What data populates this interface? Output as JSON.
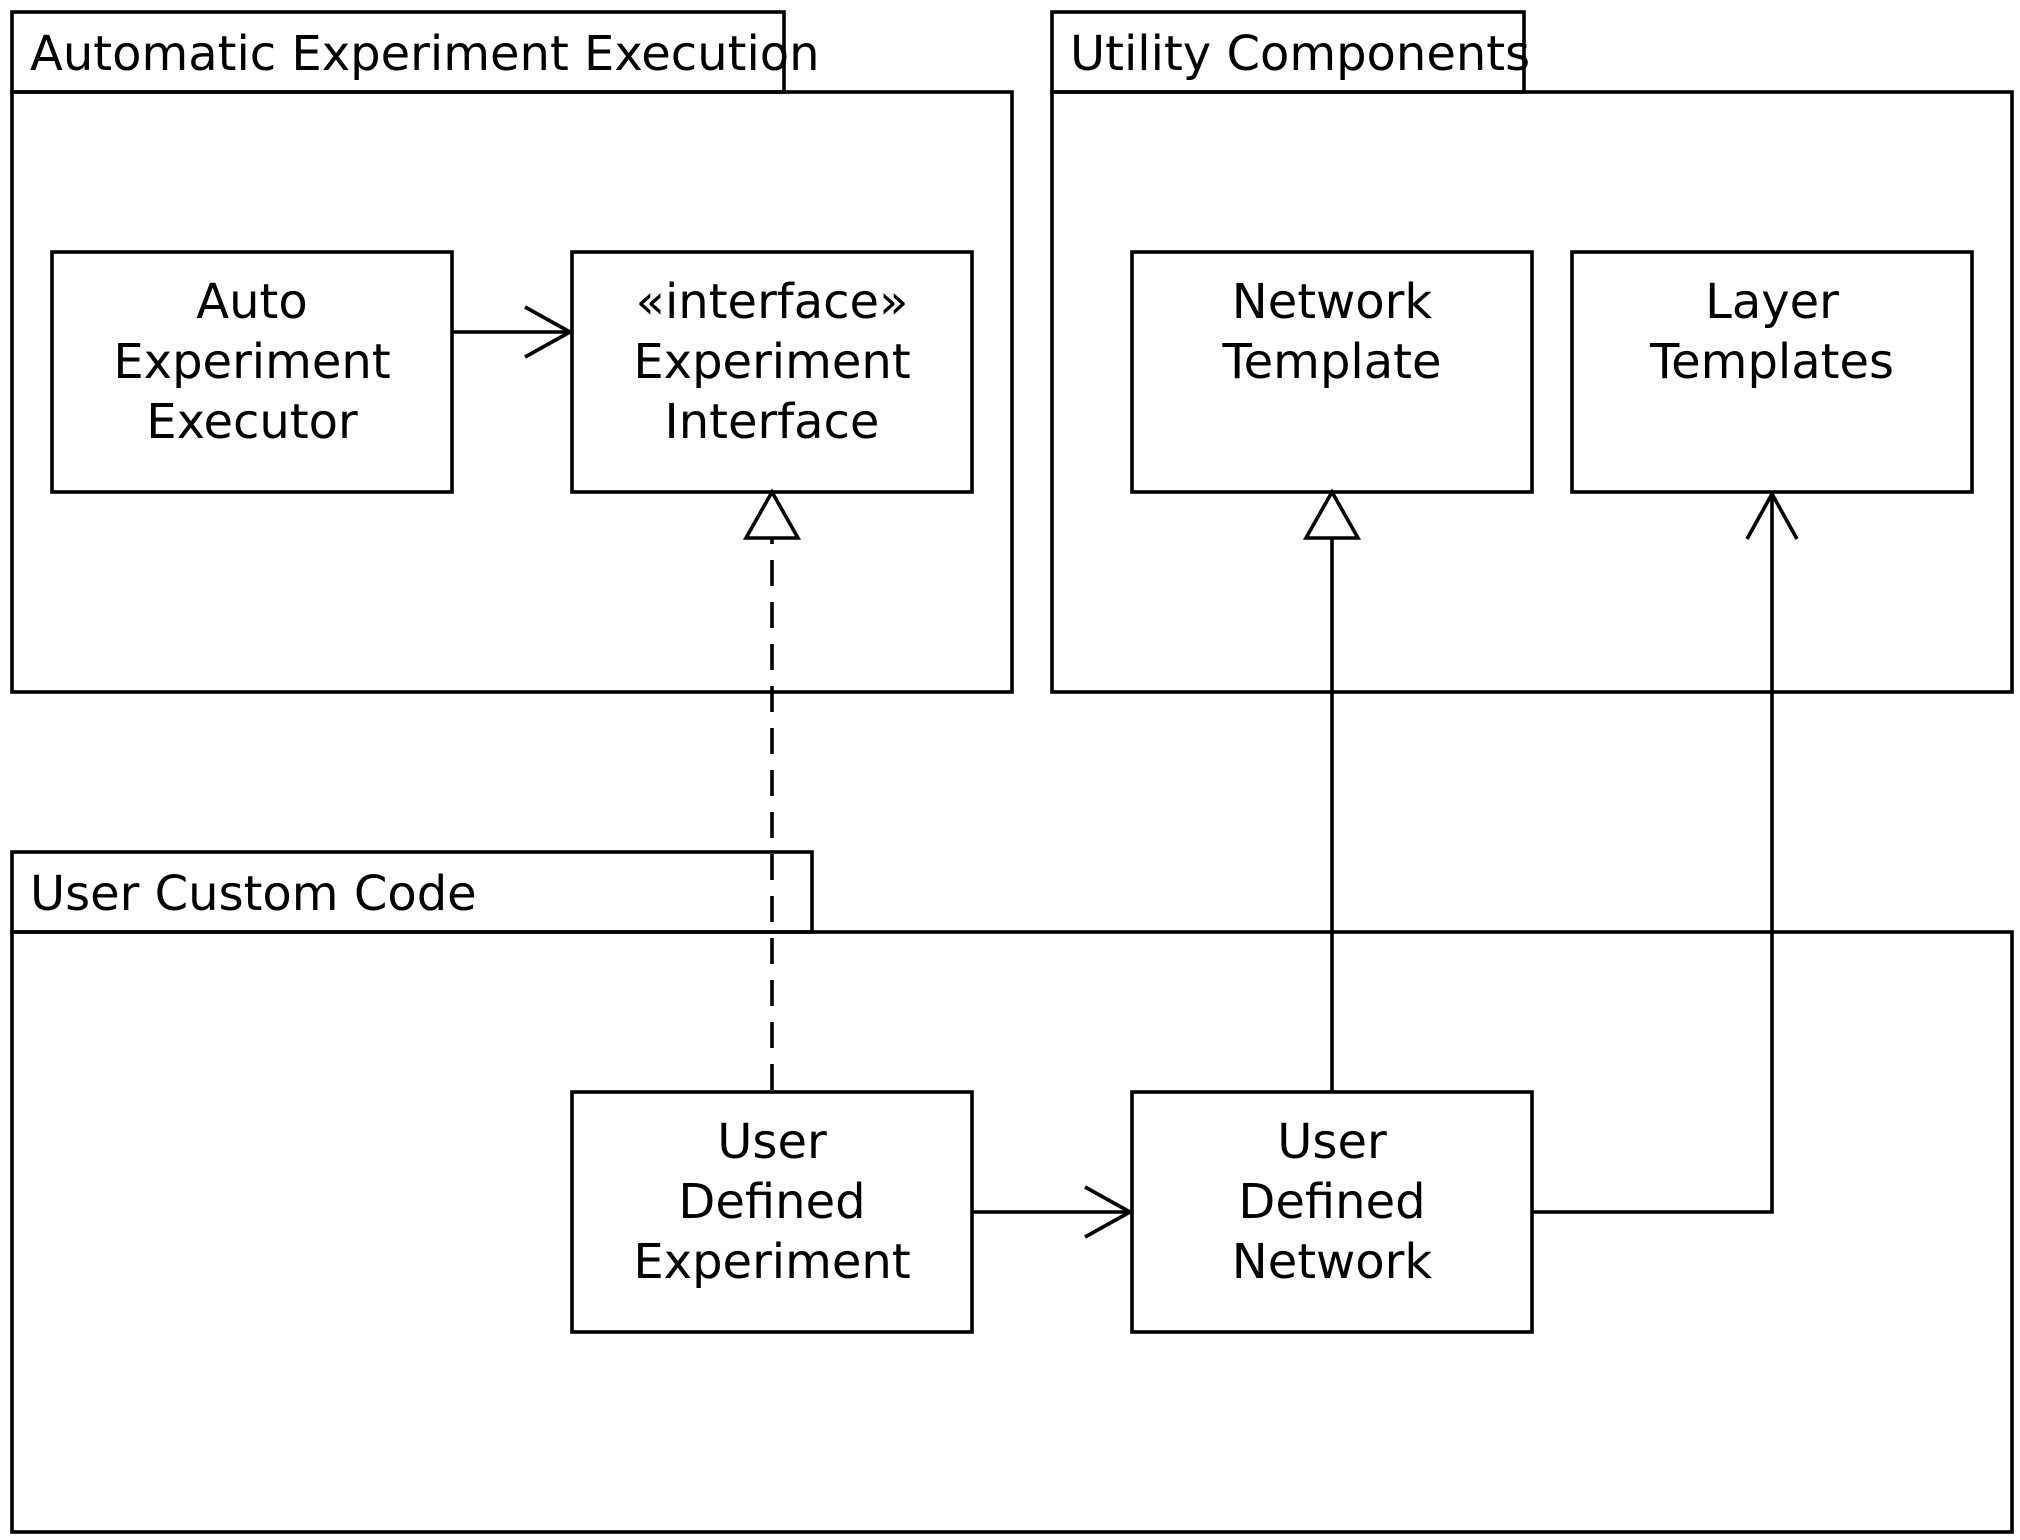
{
  "packages": [
    {
      "id": "pkg-automatic",
      "label": "Automatic Experiment Execution"
    },
    {
      "id": "pkg-utility",
      "label": "Utility Components"
    },
    {
      "id": "pkg-user",
      "label": "User Custom Code"
    }
  ],
  "classes": [
    {
      "id": "auto-experiment-executor",
      "lines": [
        "Auto",
        "Experiment",
        "Executor"
      ]
    },
    {
      "id": "experiment-interface",
      "lines": [
        "«interface»",
        "Experiment",
        "Interface"
      ]
    },
    {
      "id": "network-template",
      "lines": [
        "Network",
        "Template"
      ]
    },
    {
      "id": "layer-templates",
      "lines": [
        "Layer",
        "Templates"
      ]
    },
    {
      "id": "user-defined-experiment",
      "lines": [
        "User",
        "Defined",
        "Experiment"
      ]
    },
    {
      "id": "user-defined-network",
      "lines": [
        "User",
        "Defined",
        "Network"
      ]
    }
  ],
  "relations": [
    {
      "from": "auto-experiment-executor",
      "to": "experiment-interface",
      "type": "association",
      "line": "solid",
      "arrowhead": "open"
    },
    {
      "from": "user-defined-experiment",
      "to": "experiment-interface",
      "type": "realization",
      "line": "dashed",
      "arrowhead": "hollow-triangle"
    },
    {
      "from": "user-defined-experiment",
      "to": "user-defined-network",
      "type": "association",
      "line": "solid",
      "arrowhead": "open"
    },
    {
      "from": "user-defined-network",
      "to": "network-template",
      "type": "generalization",
      "line": "solid",
      "arrowhead": "hollow-triangle"
    },
    {
      "from": "user-defined-network",
      "to": "layer-templates",
      "type": "association",
      "line": "solid",
      "arrowhead": "open"
    }
  ]
}
